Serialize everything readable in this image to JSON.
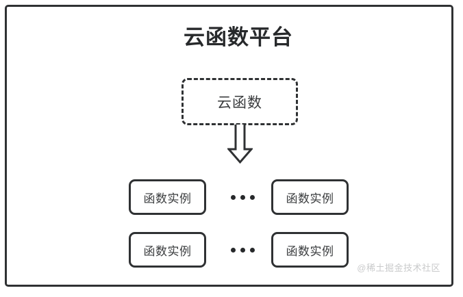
{
  "diagram": {
    "type": "block-diagram",
    "platform": {
      "title": "云函数平台",
      "border_color": "#2f3133"
    },
    "cloud_function": {
      "label": "云函数",
      "border_style": "dashed",
      "border_color": "#2f3133"
    },
    "arrow": {
      "name": "down-arrow",
      "direction": "down",
      "style": "hollow-block",
      "stroke_color": "#2f3133"
    },
    "instance_rows": [
      {
        "left_instance": "函数实例",
        "ellipsis": "•••",
        "right_instance": "函数实例"
      },
      {
        "left_instance": "函数实例",
        "ellipsis": "•••",
        "right_instance": "函数实例"
      }
    ],
    "watermark": "@稀土掘金技术社区"
  }
}
